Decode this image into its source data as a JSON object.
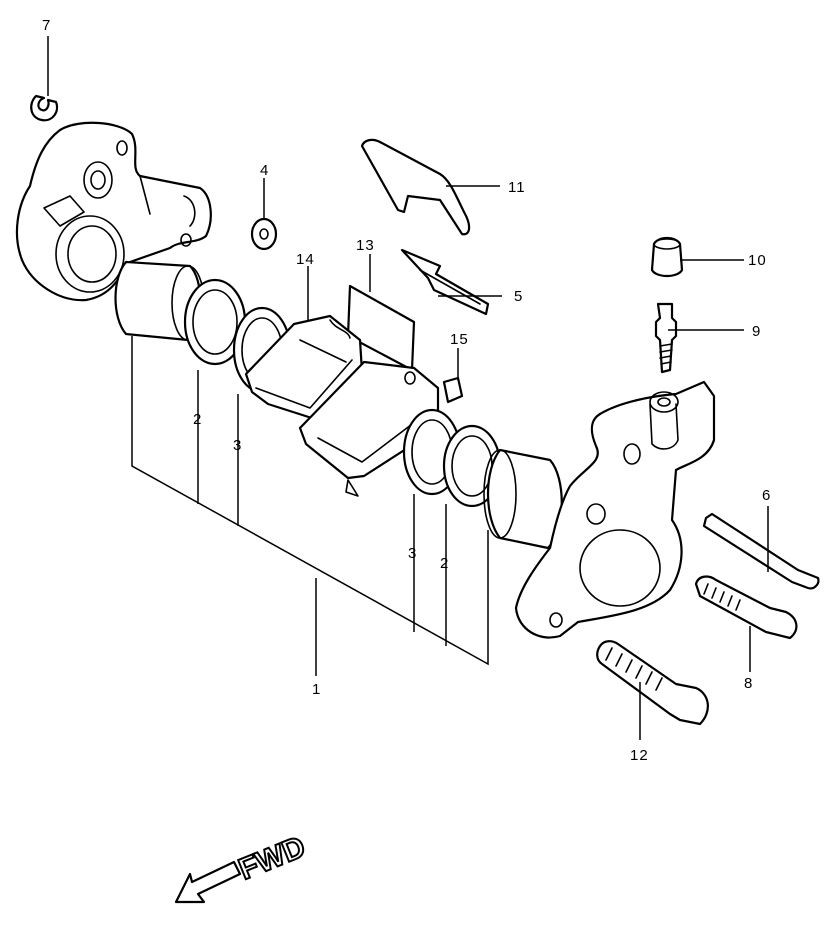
{
  "callouts": {
    "c1": "1",
    "c2a": "2",
    "c2b": "2",
    "c3a": "3",
    "c3b": "3",
    "c4": "4",
    "c5": "5",
    "c6": "6",
    "c7": "7",
    "c8": "8",
    "c9": "9",
    "c10": "10",
    "c11": "11",
    "c12": "12",
    "c13": "13",
    "c14": "14",
    "c15": "15"
  },
  "direction_label": "FWD"
}
